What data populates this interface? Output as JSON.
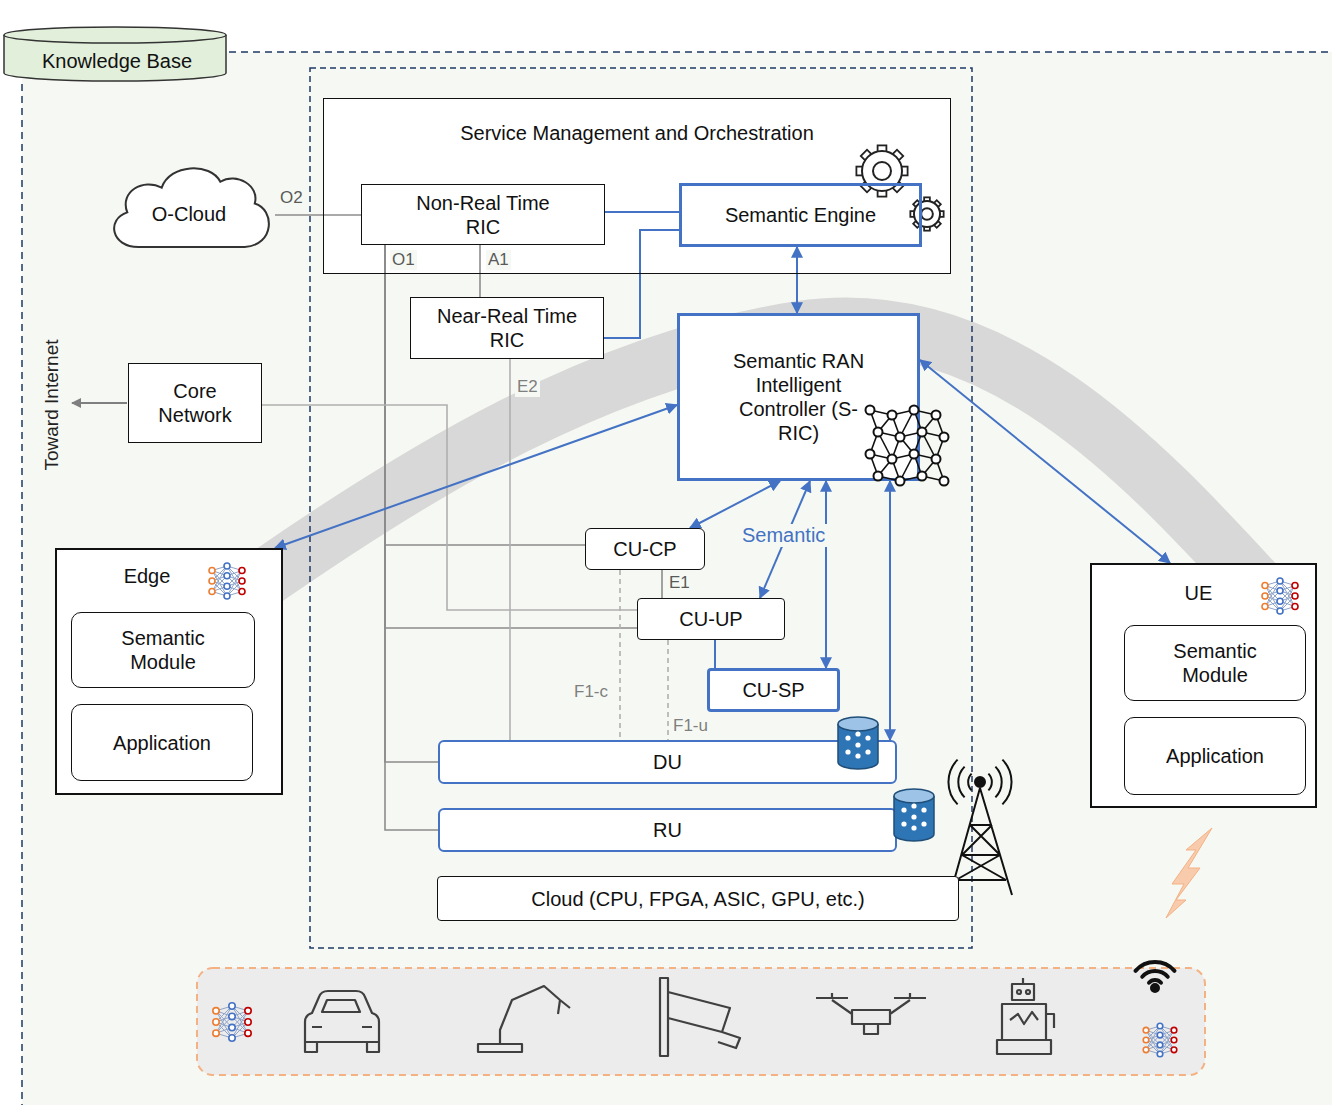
{
  "diagram": {
    "nodes": [
      {
        "text": [
          "Knowledge Base"
        ]
      },
      {
        "text": [
          "Service Management and Orchestration"
        ]
      },
      {
        "text": [
          "O-Cloud"
        ]
      },
      {
        "text": [
          "Non-Real Time RIC"
        ],
        "in": 1
      },
      {
        "text": [
          "Semantic Engine"
        ],
        "in": 1
      },
      {
        "text": [
          "Near-Real Time RIC"
        ]
      },
      {
        "text": [
          "Core Network"
        ]
      },
      {
        "text": [
          "Semantic RAN Intelligent Controller (S-RIC)"
        ]
      },
      {
        "text": [
          "Edge"
        ]
      },
      {
        "text": [
          "Semantic Module"
        ],
        "in": 8
      },
      {
        "text": [
          "Application"
        ],
        "in": 8
      },
      {
        "text": [
          "CU-CP"
        ]
      },
      {
        "text": [
          "CU-UP"
        ]
      },
      {
        "text": [
          "CU-SP"
        ]
      },
      {
        "text": [
          "UE"
        ]
      },
      {
        "text": [
          "Semantic Module"
        ],
        "in": 14
      },
      {
        "text": [
          "Application"
        ],
        "in": 14
      },
      {
        "text": [
          "DU"
        ]
      },
      {
        "text": [
          "RU"
        ]
      },
      {
        "text": [
          "Cloud (CPU, FPGA, ASIC, GPU, etc.)"
        ]
      }
    ],
    "edges": [
      {
        "from": 2,
        "to": 3,
        "arrow": "none",
        "label": "O2"
      },
      {
        "from": 3,
        "to": 5,
        "arrow": "none",
        "label": "A1"
      },
      {
        "from": 3,
        "to": 11,
        "arrow": "none",
        "label": "O1"
      },
      {
        "from": 3,
        "to": 12,
        "arrow": "none"
      },
      {
        "from": 3,
        "to": 17,
        "arrow": "none"
      },
      {
        "from": 3,
        "to": 18,
        "arrow": "none"
      },
      {
        "from": 5,
        "to": 17,
        "arrow": "none",
        "label": "E2"
      },
      {
        "from": 6,
        "to": 12,
        "arrow": "none"
      },
      {
        "from": 11,
        "to": 12,
        "arrow": "none",
        "label": "E1"
      },
      {
        "from": 11,
        "to": 17,
        "arrow": "none",
        "label": "F1-c"
      },
      {
        "from": 12,
        "to": 17,
        "arrow": "none",
        "label": "F1-u"
      },
      {
        "from": 12,
        "to": 13,
        "arrow": "none"
      },
      {
        "from": 3,
        "to": 4,
        "arrow": "none"
      },
      {
        "from": 5,
        "to": 4,
        "arrow": "none"
      },
      {
        "from": 4,
        "to": 7,
        "arrow": "both"
      },
      {
        "from": 7,
        "to": 8,
        "arrow": "both"
      },
      {
        "from": 7,
        "to": 11,
        "arrow": "both"
      },
      {
        "from": 7,
        "to": 12,
        "arrow": "both"
      },
      {
        "from": 7,
        "to": 13,
        "arrow": "both"
      },
      {
        "from": 7,
        "to": 17,
        "arrow": "both"
      },
      {
        "from": 7,
        "to": 14,
        "arrow": "both"
      }
    ],
    "labels": [
      "Semantic",
      "Toward Internet"
    ]
  }
}
